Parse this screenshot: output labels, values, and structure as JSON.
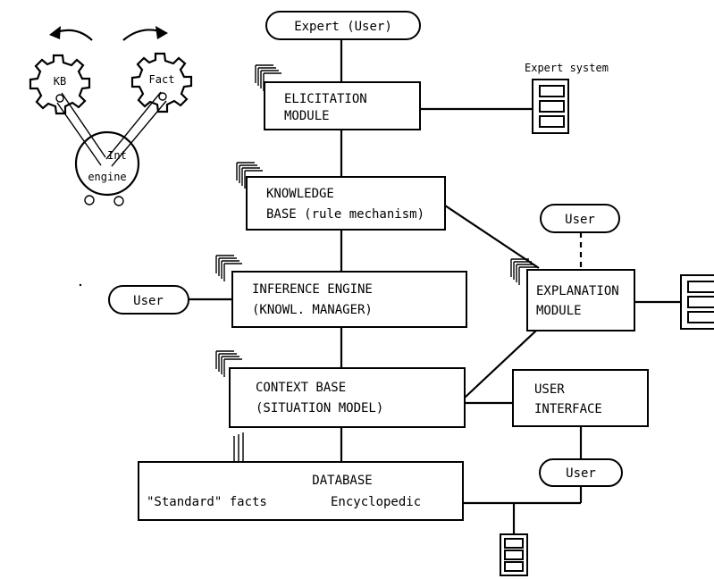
{
  "nodes": {
    "expert_user": "Expert (User)",
    "expert_system": "Expert system",
    "elicitation": [
      "ELICITATION",
      "MODULE"
    ],
    "knowledge_base": [
      "KNOWLEDGE",
      "BASE (rule mechanism)"
    ],
    "inference_engine": [
      "INFERENCE ENGINE",
      "(KNOWL. MANAGER)"
    ],
    "context_base": [
      "CONTEXT BASE",
      "(SITUATION MODEL)"
    ],
    "database": {
      "title": "DATABASE",
      "left": "\"Standard\" facts",
      "right": "Encyclopedic"
    },
    "explanation": [
      "EXPLANATION",
      "MODULE"
    ],
    "user_interface": [
      "USER",
      "INTERFACE"
    ],
    "user_inference": "User",
    "user_explanation": "User",
    "user_interface_user": "User"
  },
  "gears": {
    "kb": "KB",
    "fact": "Fact",
    "engine_top": "Int",
    "engine_bottom": "engine"
  }
}
